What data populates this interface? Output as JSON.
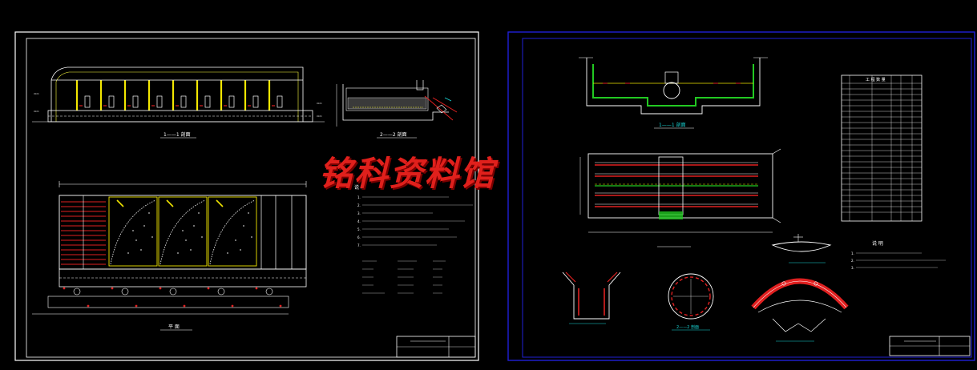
{
  "watermark": "铭科资料馆",
  "colors": {
    "background": "#000000",
    "sheet_border": "#ffffff",
    "frame_blue": "#1f1fd8",
    "line_white": "#ffffff",
    "line_yellow": "#f2e600",
    "line_red": "#e02020",
    "line_cyan": "#19d6d6",
    "line_green": "#22c922",
    "watermark_red": "#e0201c"
  },
  "left_sheet": {
    "section_label_1": "1——1 剖面",
    "section_label_2": "2——2 剖面",
    "plan_label": "平 面",
    "notes_title": "说 明",
    "notes_lines": [
      "1.",
      "2.",
      "3.",
      "4.",
      "5.",
      "6.",
      "7."
    ],
    "table_header": [
      "",
      "",
      ""
    ],
    "table_rows": [
      [
        "",
        "",
        ""
      ],
      [
        "",
        "",
        ""
      ],
      [
        "",
        "",
        ""
      ],
      [
        "",
        "",
        ""
      ],
      [
        "",
        "",
        ""
      ]
    ],
    "title_block_name": "",
    "title_block_no": ""
  },
  "right_sheet": {
    "section_label_1": "1——1 剖面",
    "plan_label": "",
    "detail_label_a": "",
    "detail_label_b": "2——2 剖面",
    "detail_label_c": "",
    "detail_label_d": "",
    "schedule_title": "工 程 数 量",
    "schedule_rows": 24,
    "notes_title": "说 明",
    "notes_lines": [
      "1.",
      "2.",
      "3."
    ],
    "title_block_name": "",
    "title_block_no": ""
  }
}
